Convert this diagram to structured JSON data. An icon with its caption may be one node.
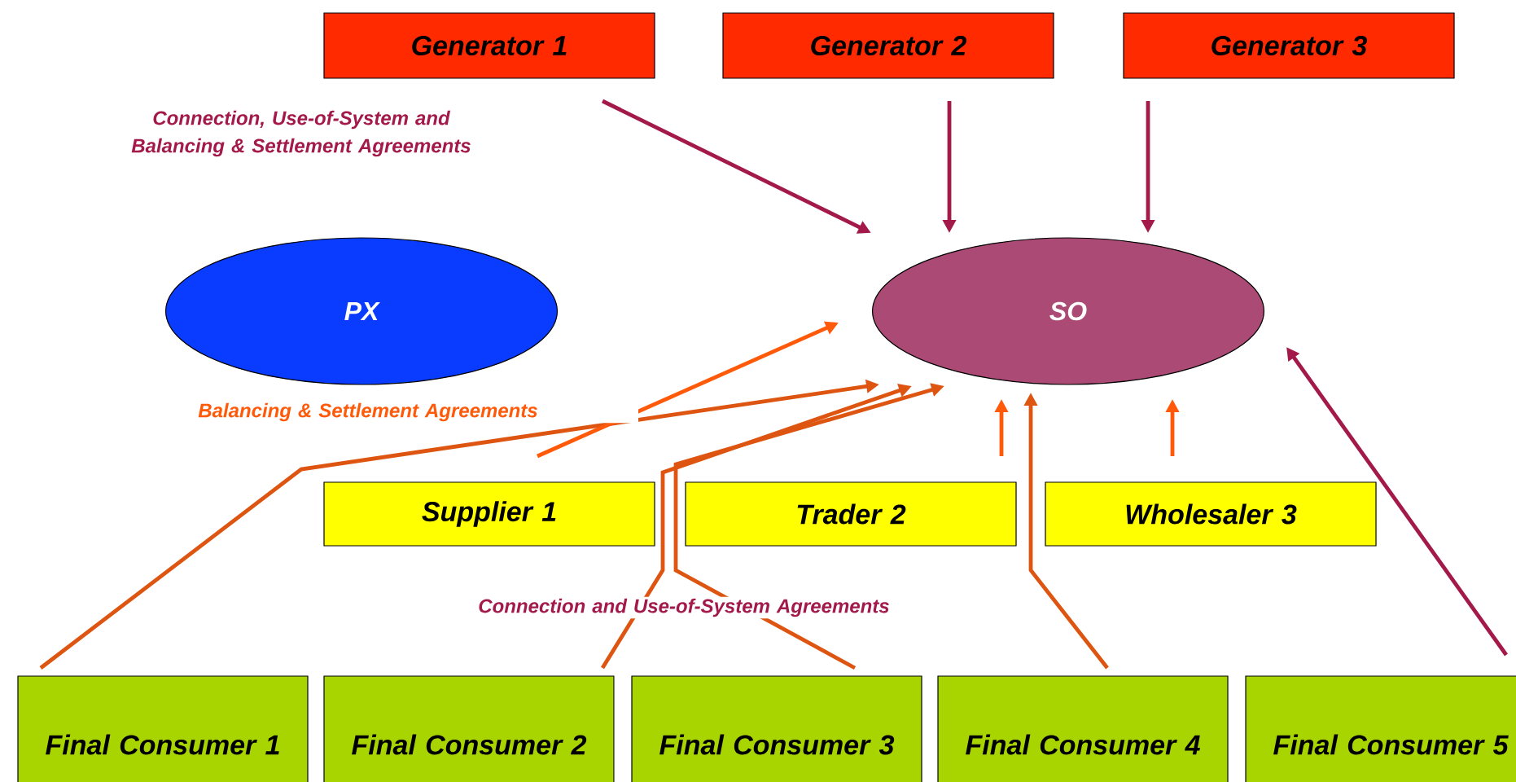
{
  "diagram": {
    "nodes": [
      {
        "text": [
          "Generator 1"
        ]
      },
      {
        "text": [
          "Generator 2"
        ]
      },
      {
        "text": [
          "Generator 3"
        ]
      },
      {
        "text": [
          "PX"
        ]
      },
      {
        "text": [
          "SO"
        ]
      },
      {
        "text": [
          "Supplier 1"
        ]
      },
      {
        "text": [
          "Trader 2"
        ]
      },
      {
        "text": [
          "Wholesaler 3"
        ]
      },
      {
        "text": [
          "Final Consumer 1"
        ]
      },
      {
        "text": [
          "Final Consumer 2"
        ]
      },
      {
        "text": [
          "Final Consumer 3"
        ]
      },
      {
        "text": [
          "Final Consumer 4"
        ]
      },
      {
        "text": [
          "Final Consumer 5"
        ]
      }
    ],
    "edges": [
      {
        "from": 0,
        "to": 4,
        "arrow": "to",
        "color": "#a31a4a"
      },
      {
        "from": 1,
        "to": 4,
        "arrow": "to",
        "color": "#a31a4a"
      },
      {
        "from": 2,
        "to": 4,
        "arrow": "to",
        "color": "#a31a4a"
      },
      {
        "from": 5,
        "to": 4,
        "arrow": "to",
        "color": "#ff5a0a"
      },
      {
        "from": 8,
        "to": 4,
        "arrow": "to"
      },
      {
        "from": 9,
        "to": 4,
        "arrow": "to"
      },
      {
        "from": 10,
        "to": 4,
        "arrow": "to"
      },
      {
        "from": 6,
        "to": 4,
        "arrow": "to",
        "color": "#ff5a0a"
      },
      {
        "from": 11,
        "to": 4,
        "arrow": "to"
      },
      {
        "from": 7,
        "to": 4,
        "arrow": "to",
        "color": "#ff5a0a"
      },
      {
        "from": 12,
        "to": 4,
        "arrow": "to",
        "color": "#a31a4a"
      }
    ],
    "labels": [
      "Connection, Use-of-System and Balancing & Settlement Agreements",
      "Balancing & Settlement Agreements",
      "Connection and Use-of-System Agreements"
    ]
  }
}
